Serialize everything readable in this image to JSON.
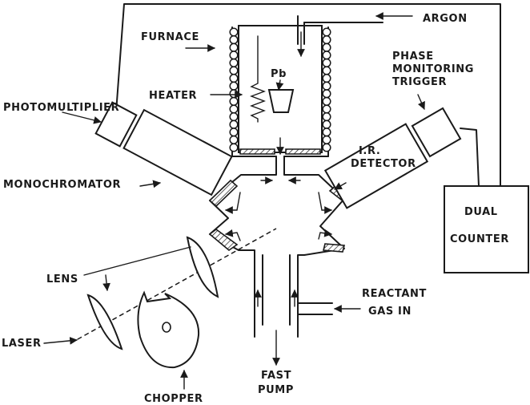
{
  "labels": {
    "argon": "ARGON",
    "furnace": "FURNACE",
    "pb": "Pb",
    "heater": "HEATER",
    "photomultiplier": "PHOTOMULTIPLIER",
    "phase_line1": "PHASE",
    "phase_line2": "MONITORING",
    "phase_line3": "TRIGGER",
    "ir_line1": "I.R.",
    "ir_line2": "DETECTOR",
    "monochromator": "MONOCHROMATOR",
    "dual_line1": "DUAL",
    "dual_line2": "COUNTER",
    "lens": "LENS",
    "reactant_line1": "REACTANT",
    "reactant_line2": "GAS  IN",
    "laser": "LASER",
    "fast_line1": "FAST",
    "fast_line2": "PUMP",
    "chopper": "CHOPPER"
  }
}
